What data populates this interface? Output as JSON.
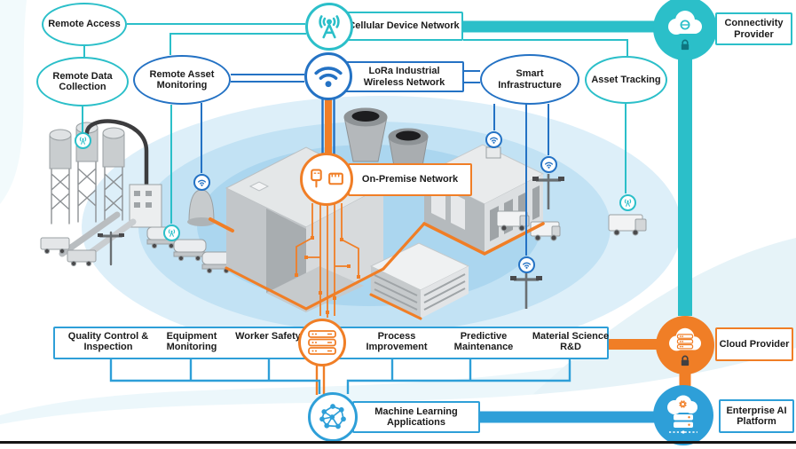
{
  "title": "Industrial IoT LoRa network architecture diagram",
  "colors": {
    "cyan": "#2BBFC9",
    "light_blue": "#2E9FD8",
    "dark_blue": "#2472C4",
    "orange": "#F07E26",
    "text": "#1B1B1B",
    "coverage_outer": "#DDEFF9",
    "coverage_mid": "#C2E2F4",
    "coverage_inner": "#ABD6EF"
  },
  "nodes": {
    "remote_access": {
      "label": "Remote Access"
    },
    "remote_data_collection": {
      "label": "Remote Data Collection"
    },
    "remote_asset_monitoring": {
      "label": "Remote Asset Monitoring"
    },
    "cellular_device_network": {
      "label": "Cellular Device Network",
      "icon": "cellular-antenna-icon"
    },
    "lora_industrial_wireless_network": {
      "label": "LoRa Industrial Wireless Network",
      "icon": "wifi-icon"
    },
    "smart_infrastructure": {
      "label": "Smart Infrastructure"
    },
    "asset_tracking": {
      "label": "Asset Tracking"
    },
    "connectivity_provider": {
      "label": "Connectivity Provider",
      "icon": "cloud-sync-icon"
    },
    "on_premise_network": {
      "label": "On-Premise Network",
      "icon": "wired-connectors-icon"
    },
    "data_infrastructure": {
      "icon": "server-stack-icon"
    },
    "cloud_provider": {
      "label": "Cloud Provider",
      "icon": "cloud-servers-icon"
    },
    "machine_learning_applications": {
      "label": "Machine Learning Applications",
      "icon": "neural-network-icon"
    },
    "enterprise_ai_platform": {
      "label": "Enterprise AI Platform",
      "icon": "cloud-ai-server-icon"
    }
  },
  "applications": [
    "Quality Control & Inspection",
    "Equipment Monitoring",
    "Worker Safety",
    "Process Improvement",
    "Predictive Maintenance",
    "Material Science R&D"
  ]
}
